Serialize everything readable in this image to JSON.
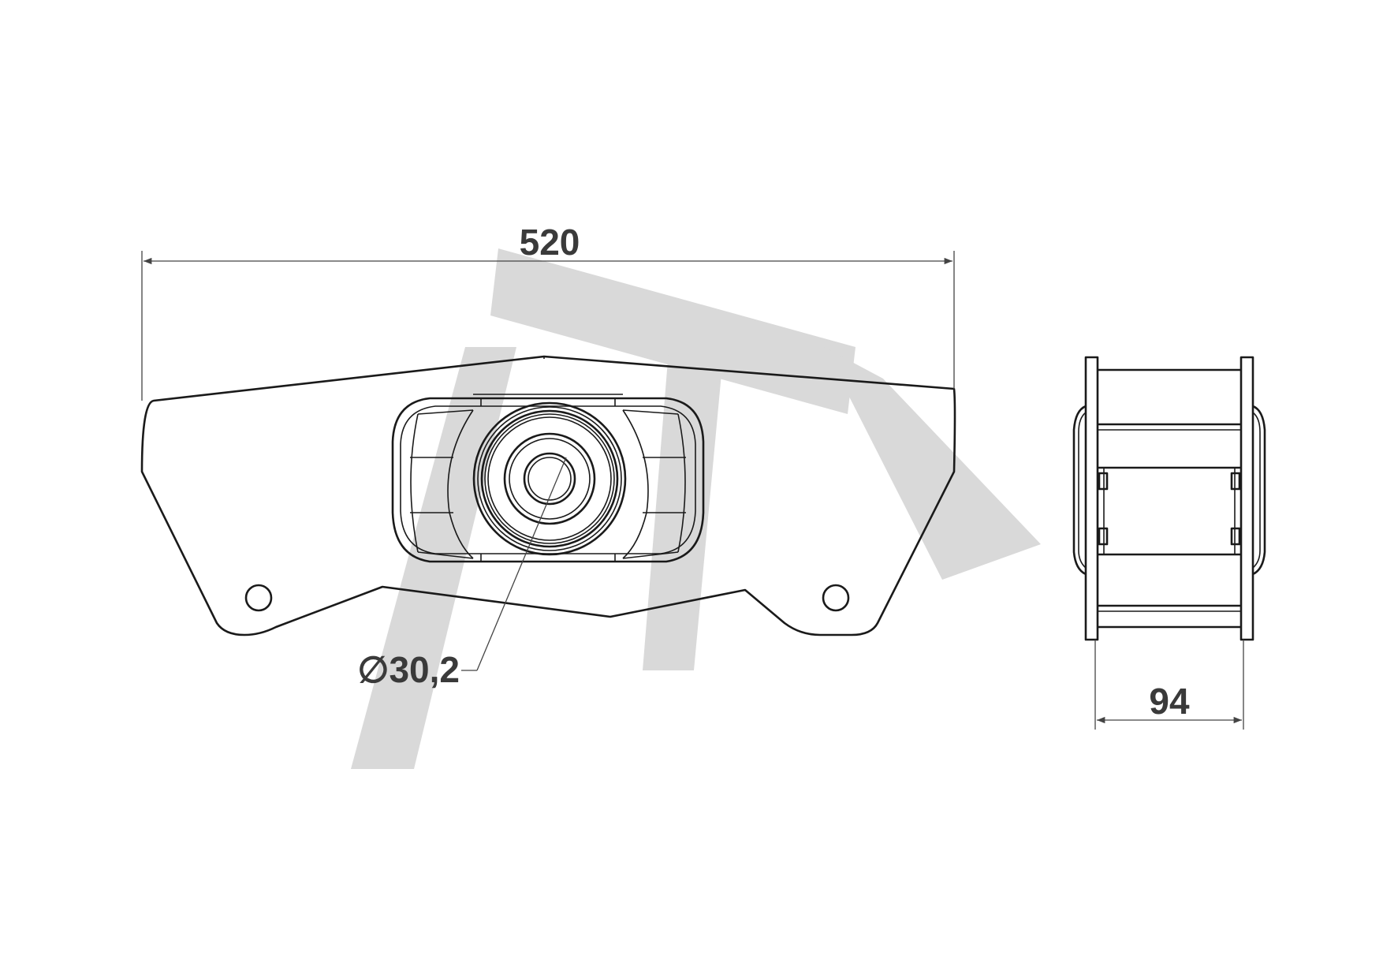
{
  "dimensions": {
    "overall_width": "520",
    "bore_diameter": "∅30,2",
    "side_width": "94"
  },
  "colors": {
    "line": "#1a1a1a",
    "dimension_text": "#3a3a3a",
    "watermark": "#d9d9d9",
    "background": "#ffffff"
  }
}
